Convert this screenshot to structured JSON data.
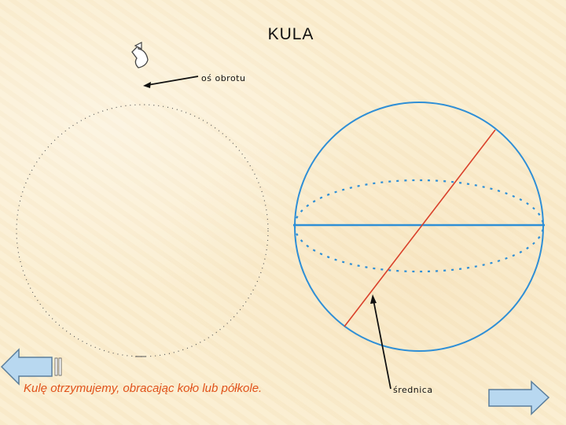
{
  "title": "KULA",
  "labels": {
    "axis": "oś obrotu",
    "diameter": "średnica"
  },
  "caption": "Kulę otrzymujemy, obracając koło lub półkole.",
  "navigation": {
    "back_icon": "arrow-left-icon",
    "forward_icon": "arrow-right-icon"
  },
  "colors": {
    "background": "#fbeed0",
    "sphere": "#2f8fd6",
    "diameter_line": "#d9412b",
    "caption": "#e0521b",
    "nav_arrow": "#b8d8f0"
  }
}
